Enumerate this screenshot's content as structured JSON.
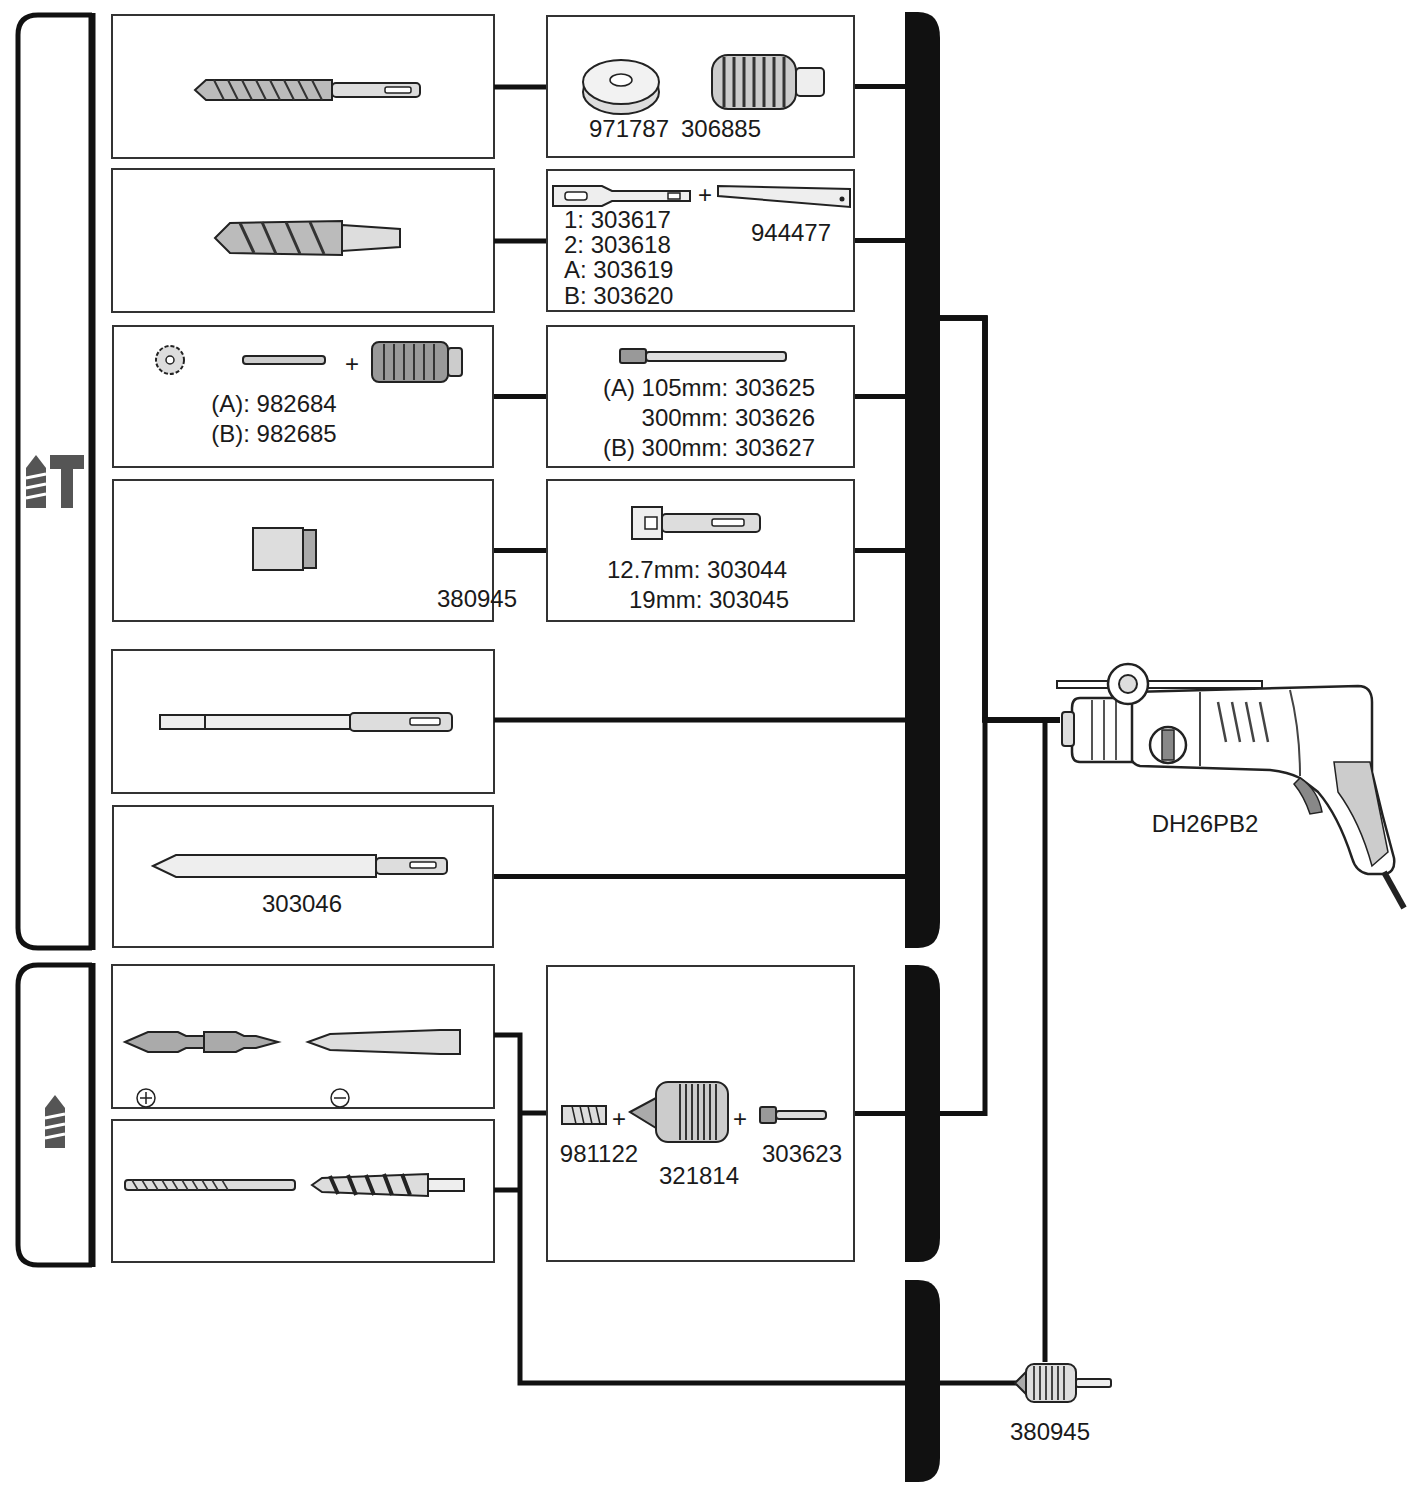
{
  "diagram": {
    "nodes": [
      {
        "text": [
          "971787",
          "306885"
        ]
      },
      {
        "text": [
          "1: 303617",
          "2: 303618",
          "A: 303619",
          "B: 303620",
          "+",
          "944477"
        ]
      },
      {
        "text": [
          "+",
          "(A): 982684",
          "(B): 982685"
        ]
      },
      {
        "text": [
          "(A) 105mm: 303625",
          "300mm: 303626",
          "(B) 300mm: 303627"
        ]
      },
      {
        "text": [
          "380945"
        ]
      },
      {
        "text": [
          "12.7mm: 303044",
          "19mm: 303045"
        ]
      },
      {
        "text": [
          "303046"
        ]
      },
      {
        "text": [
          "+",
          "+",
          "981122",
          "321814",
          "303623"
        ]
      },
      {
        "text": [
          "DH26PB2"
        ]
      },
      {
        "text": [
          "380945"
        ]
      }
    ],
    "edges": [
      {
        "from": 2,
        "to": 3,
        "arrow": "none"
      },
      {
        "from": 4,
        "to": 5,
        "arrow": "none"
      },
      {
        "from": 0,
        "to": 8,
        "arrow": "none"
      },
      {
        "from": 1,
        "to": 8,
        "arrow": "none"
      },
      {
        "from": 3,
        "to": 8,
        "arrow": "none"
      },
      {
        "from": 5,
        "to": 8,
        "arrow": "none"
      },
      {
        "from": 6,
        "to": 8,
        "arrow": "none"
      },
      {
        "from": 7,
        "to": 8,
        "arrow": "none"
      },
      {
        "from": 9,
        "to": 8,
        "arrow": "none"
      }
    ]
  }
}
